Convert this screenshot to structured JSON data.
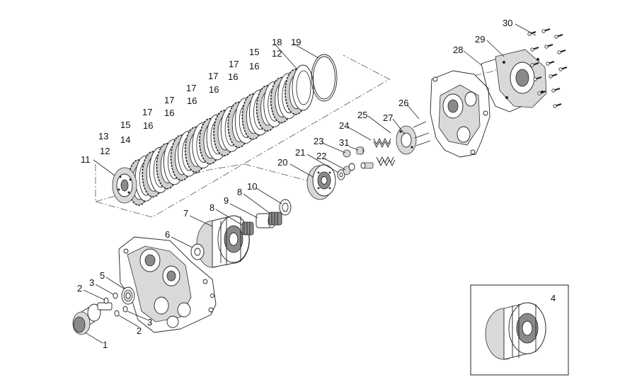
{
  "diagram": {
    "callouts": [
      {
        "id": "c1",
        "label": "1"
      },
      {
        "id": "c2a",
        "label": "2"
      },
      {
        "id": "c2b",
        "label": "2"
      },
      {
        "id": "c3a",
        "label": "3"
      },
      {
        "id": "c3b",
        "label": "3"
      },
      {
        "id": "c4",
        "label": "4"
      },
      {
        "id": "c5",
        "label": "5"
      },
      {
        "id": "c6",
        "label": "6"
      },
      {
        "id": "c7",
        "label": "7"
      },
      {
        "id": "c8a",
        "label": "8"
      },
      {
        "id": "c8b",
        "label": "8"
      },
      {
        "id": "c9",
        "label": "9"
      },
      {
        "id": "c10",
        "label": "10"
      },
      {
        "id": "c11",
        "label": "11"
      },
      {
        "id": "c12a",
        "label": "12"
      },
      {
        "id": "c12b",
        "label": "12"
      },
      {
        "id": "c13",
        "label": "13"
      },
      {
        "id": "c14",
        "label": "14"
      },
      {
        "id": "c15a",
        "label": "15"
      },
      {
        "id": "c15b",
        "label": "15"
      },
      {
        "id": "c16a",
        "label": "16"
      },
      {
        "id": "c16b",
        "label": "16"
      },
      {
        "id": "c16c",
        "label": "16"
      },
      {
        "id": "c16d",
        "label": "16"
      },
      {
        "id": "c16e",
        "label": "16"
      },
      {
        "id": "c16f",
        "label": "16"
      },
      {
        "id": "c17a",
        "label": "17"
      },
      {
        "id": "c17b",
        "label": "17"
      },
      {
        "id": "c17c",
        "label": "17"
      },
      {
        "id": "c17d",
        "label": "17"
      },
      {
        "id": "c17e",
        "label": "17"
      },
      {
        "id": "c18",
        "label": "18"
      },
      {
        "id": "c19",
        "label": "19"
      },
      {
        "id": "c20",
        "label": "20"
      },
      {
        "id": "c21",
        "label": "21"
      },
      {
        "id": "c22",
        "label": "22"
      },
      {
        "id": "c23",
        "label": "23"
      },
      {
        "id": "c24",
        "label": "24"
      },
      {
        "id": "c25",
        "label": "25"
      },
      {
        "id": "c26",
        "label": "26"
      },
      {
        "id": "c27",
        "label": "27"
      },
      {
        "id": "c28",
        "label": "28"
      },
      {
        "id": "c29",
        "label": "29"
      },
      {
        "id": "c30",
        "label": "30"
      },
      {
        "id": "c31",
        "label": "31"
      }
    ]
  }
}
